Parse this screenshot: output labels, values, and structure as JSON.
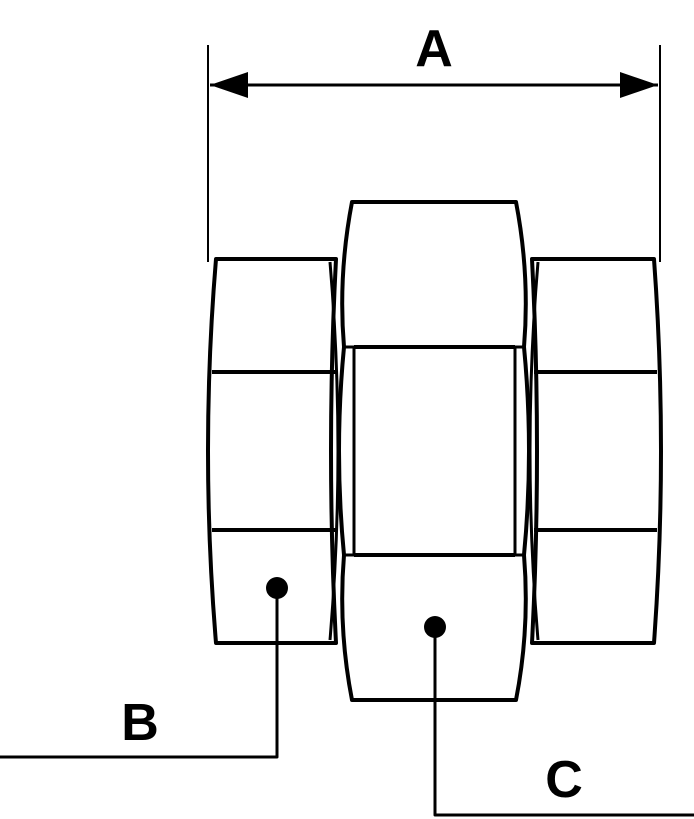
{
  "labels": {
    "dimension_a": "A",
    "callout_b": "B",
    "callout_c": "C"
  },
  "colors": {
    "stroke": "#000000",
    "background": "#ffffff"
  }
}
